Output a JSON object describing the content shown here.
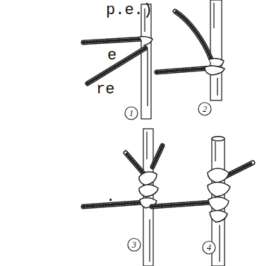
{
  "diagram": {
    "labels": [
      "p.e.)",
      "e",
      "re",
      ".",
      "1",
      "2",
      "3",
      "4"
    ]
  }
}
